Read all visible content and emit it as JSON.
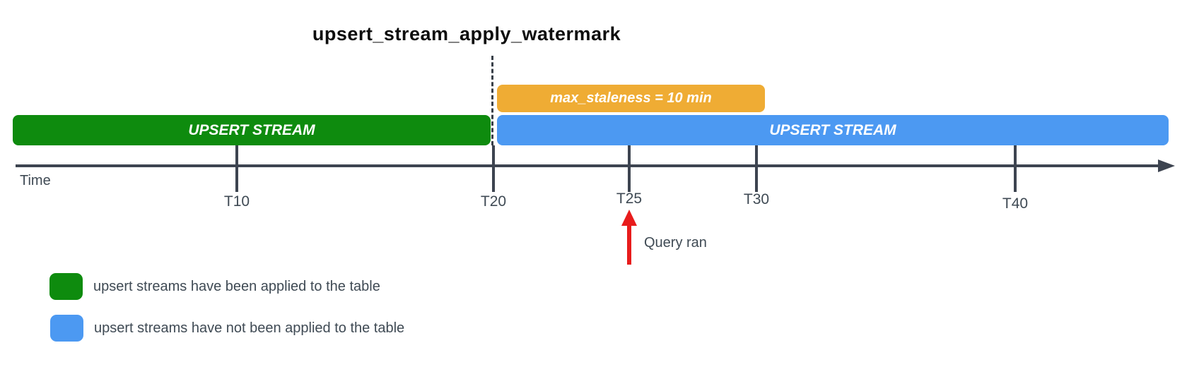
{
  "title": "upsert_stream_apply_watermark",
  "colors": {
    "green": "#0e8b0e",
    "blue": "#4c99f2",
    "orange": "#efac34",
    "red": "#e81c1c",
    "axis": "#3d4450",
    "text": "#3f4a54"
  },
  "bars": {
    "staleness_label": "max_staleness = 10 min",
    "applied_label": "UPSERT STREAM",
    "unapplied_label": "UPSERT STREAM"
  },
  "timeline": {
    "axis_label": "Time",
    "tick_labels": [
      "T10",
      "T20",
      "T25",
      "T30",
      "T40"
    ]
  },
  "annotation": {
    "query_label": "Query ran"
  },
  "legend": [
    {
      "label": "upsert streams have been applied to the table",
      "color": "#0e8b0e"
    },
    {
      "label": "upsert streams have not been applied to the table",
      "color": "#4c99f2"
    }
  ]
}
